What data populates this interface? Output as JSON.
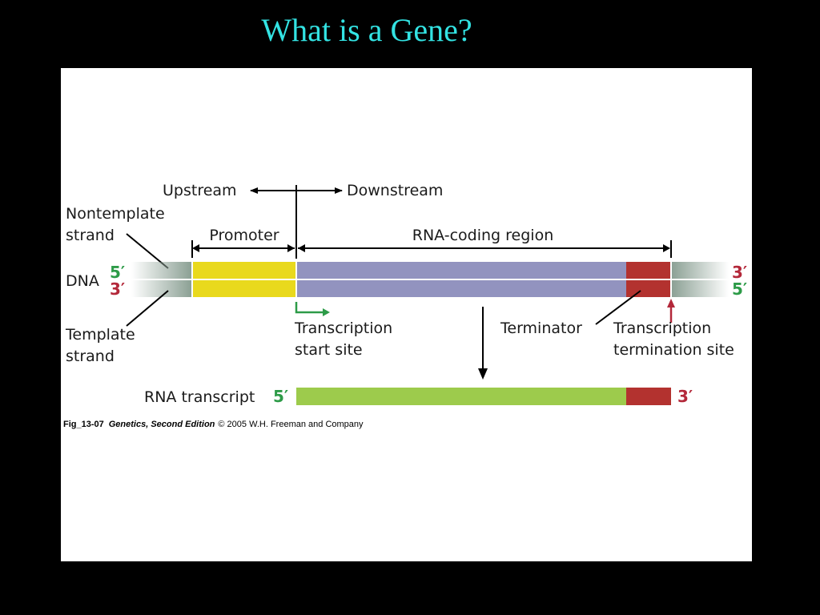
{
  "title": "What is a Gene?",
  "colors": {
    "title": "#33e3e3",
    "flank": "#8a9f93",
    "promoter": "#e9d91d",
    "coding": "#9293bf",
    "terminator": "#b3322f",
    "rna_coding": "#9dcb4c",
    "five_prime": "#2d9b48",
    "three_prime": "#b3283a"
  },
  "labels": {
    "upstream": "Upstream",
    "downstream": "Downstream",
    "nontemplate_1": "Nontemplate",
    "nontemplate_2": "strand",
    "template_1": "Template",
    "template_2": "strand",
    "dna": "DNA",
    "promoter": "Promoter",
    "rna_coding_region": "RNA-coding region",
    "start_site_1": "Transcription",
    "start_site_2": "start site",
    "terminator": "Terminator",
    "termination_1": "Transcription",
    "termination_2": "termination site",
    "rna_transcript": "RNA transcript"
  },
  "ends": {
    "left_top": "5′",
    "left_bottom": "3′",
    "right_top": "3′",
    "right_bottom": "5′",
    "rna_left": "5′",
    "rna_right": "3′"
  },
  "caption": {
    "fig": "Fig_13-07",
    "book": "Genetics, Second Edition",
    "rest": "© 2005 W.H. Freeman and Company"
  }
}
